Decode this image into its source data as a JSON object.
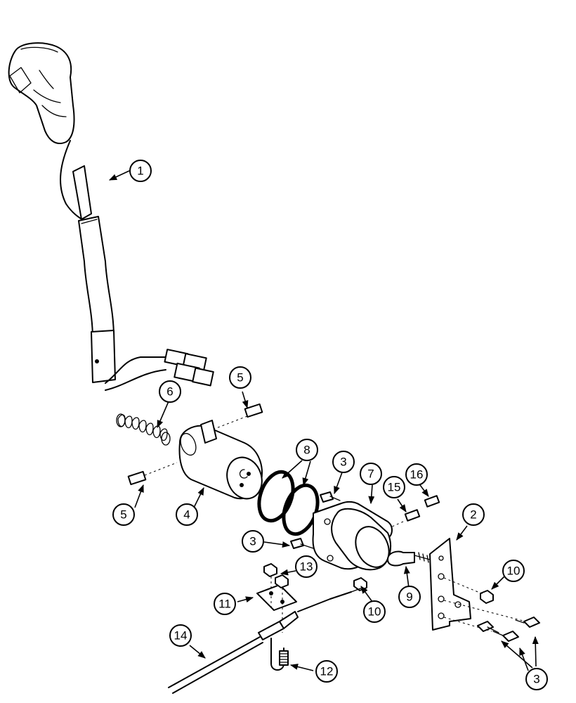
{
  "callouts": [
    {
      "id": "c1",
      "number": "1"
    },
    {
      "id": "c2",
      "number": "2"
    },
    {
      "id": "c3a",
      "number": "3"
    },
    {
      "id": "c3b",
      "number": "3"
    },
    {
      "id": "c3c",
      "number": "3"
    },
    {
      "id": "c4",
      "number": "4"
    },
    {
      "id": "c5a",
      "number": "5"
    },
    {
      "id": "c5b",
      "number": "5"
    },
    {
      "id": "c6",
      "number": "6"
    },
    {
      "id": "c7",
      "number": "7"
    },
    {
      "id": "c8",
      "number": "8"
    },
    {
      "id": "c9",
      "number": "9"
    },
    {
      "id": "c10a",
      "number": "10"
    },
    {
      "id": "c10b",
      "number": "10"
    },
    {
      "id": "c11",
      "number": "11"
    },
    {
      "id": "c12",
      "number": "12"
    },
    {
      "id": "c13",
      "number": "13"
    },
    {
      "id": "c14",
      "number": "14"
    },
    {
      "id": "c15",
      "number": "15"
    },
    {
      "id": "c16",
      "number": "16"
    }
  ],
  "colors": {
    "line": "#000000",
    "background": "#ffffff"
  }
}
